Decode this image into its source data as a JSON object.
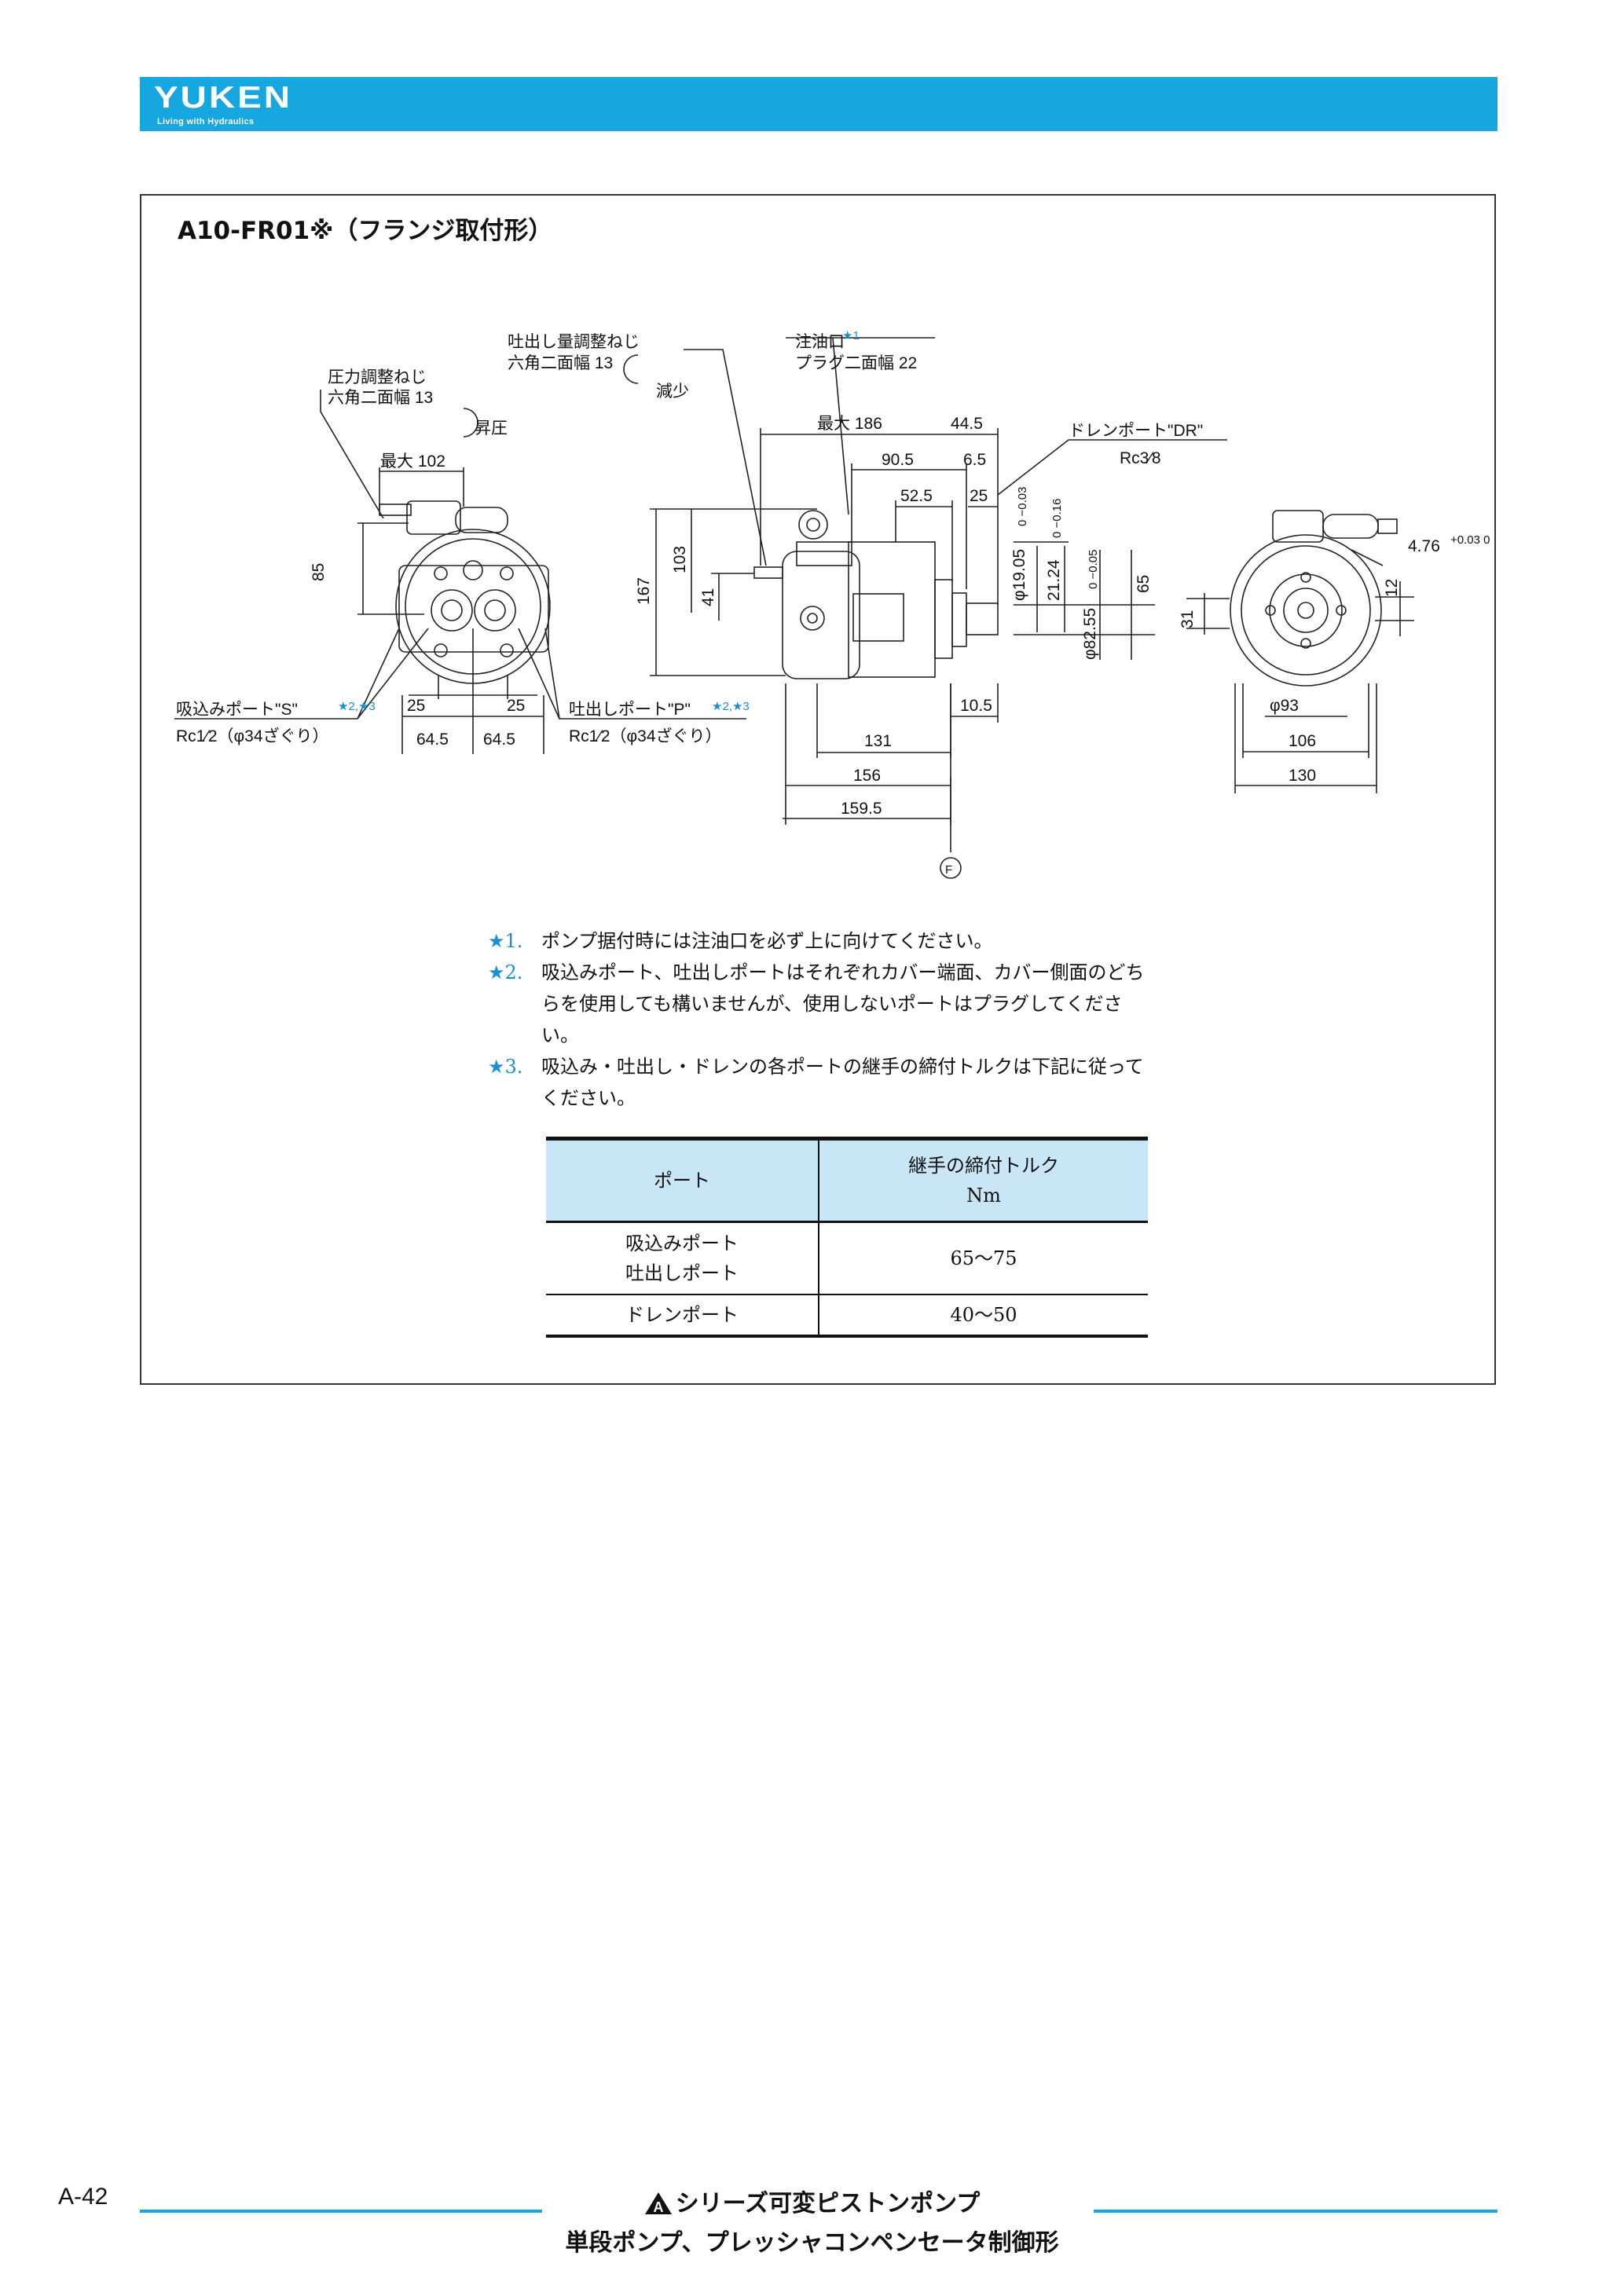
{
  "header": {
    "brand": "YUKEN",
    "tagline": "Living with Hydraulics",
    "color": "#17a7e0"
  },
  "title": "A10-FR01※（フランジ取付形）",
  "drawing_labels": {
    "pressure_screw": "圧力調整ねじ",
    "hex13_a": "六角二面幅 13",
    "increase": "昇圧",
    "flow_screw": "吐出し量調整ねじ",
    "hex13_b": "六角二面幅 13",
    "decrease": "減少",
    "oil_port": "注油口",
    "oil_star": "★1",
    "plug22": "プラグ二面幅 22",
    "drain_port": "ドレンポート\"DR\"",
    "drain_rc": "Rc3⁄8",
    "suction_port": "吸込みポート\"S\"",
    "suction_star": "★2,★3",
    "suction_rc": "Rc1⁄2（φ34ざぐり）",
    "discharge_port": "吐出しポート\"P\"",
    "discharge_star": "★2,★3",
    "discharge_rc": "Rc1⁄2（φ34ざぐり）",
    "max102": "最大 102",
    "d85": "85",
    "d25a": "25",
    "d25b": "25",
    "d64a": "64.5",
    "d64b": "64.5",
    "max186": "最大 186",
    "d44": "44.5",
    "d90": "90.5",
    "d6": "6.5",
    "d52": "52.5",
    "d25c": "25",
    "d167": "167",
    "d103": "103",
    "d41": "41",
    "dia19": "φ19.05",
    "dia19tol": "0 −0.03",
    "d21": "21.24",
    "d21tol": "0 −0.16",
    "dia82": "φ82.55",
    "dia82tol": "0 −0.05",
    "d65": "65",
    "d10": "10.5",
    "d131": "131",
    "d156": "156",
    "d159": "159.5",
    "fmark": "F",
    "d476": "4.76",
    "d476tol": "+0.03 0",
    "d12": "12",
    "d31": "31",
    "dia93": "φ93",
    "d106": "106",
    "d130": "130"
  },
  "notes": [
    {
      "mark": "★1.",
      "text": "ポンプ据付時には注油口を必ず上に向けてください。"
    },
    {
      "mark": "★2.",
      "text": "吸込みポート、吐出しポートはそれぞれカバー端面、カバー側面のどちらを使用しても構いませんが、使用しないポートはプラグしてください。"
    },
    {
      "mark": "★3.",
      "text": "吸込み・吐出し・ドレンの各ポートの継手の締付トルクは下記に従ってください。"
    }
  ],
  "table": {
    "col1_header": "ポート",
    "col2_header_1": "継手の締付トルク",
    "col2_header_2": "Nm",
    "row1_port_1": "吸込みポート",
    "row1_port_2": "吐出しポート",
    "row1_value": "65〜75",
    "row2_port": "ドレンポート",
    "row2_value": "40〜50"
  },
  "footer": {
    "page": "A-42",
    "line1": "シリーズ可変ピストンポンプ",
    "line2": "単段ポンプ、プレッシャコンペンセータ制御形",
    "series_letter": "A"
  }
}
